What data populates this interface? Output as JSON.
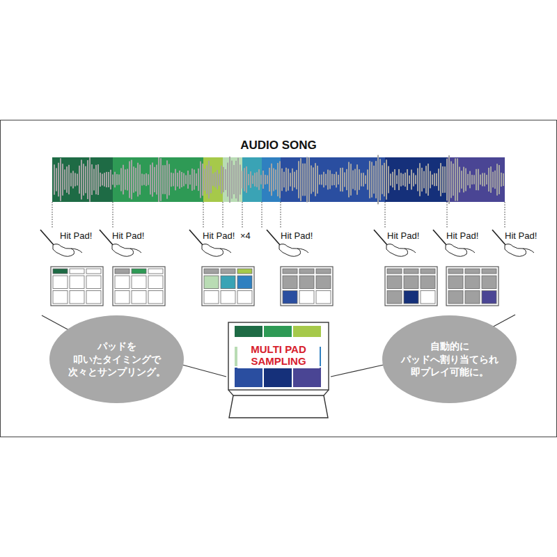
{
  "diagram": {
    "title": "AUDIO SONG",
    "nodes": [
      {
        "text": [
          "パッドを 叩いたタイミングで 次々とサンプリング。"
        ]
      },
      {
        "text": [
          "MULTI PAD SAMPLING"
        ]
      },
      {
        "text": [
          "自動的に パッドへ割り当てられ 即プレイ可能に。"
        ]
      }
    ],
    "edges": [
      {
        "from": 0,
        "to": 1,
        "arrow": "none"
      },
      {
        "from": 1,
        "to": 2,
        "arrow": "none"
      }
    ],
    "labels": [
      "Hit Pad!",
      "Hit Pad!",
      "Hit Pad!",
      "×4",
      "Hit Pad!",
      "Hit Pad!",
      "Hit Pad!",
      "Hit Pad!"
    ]
  }
}
